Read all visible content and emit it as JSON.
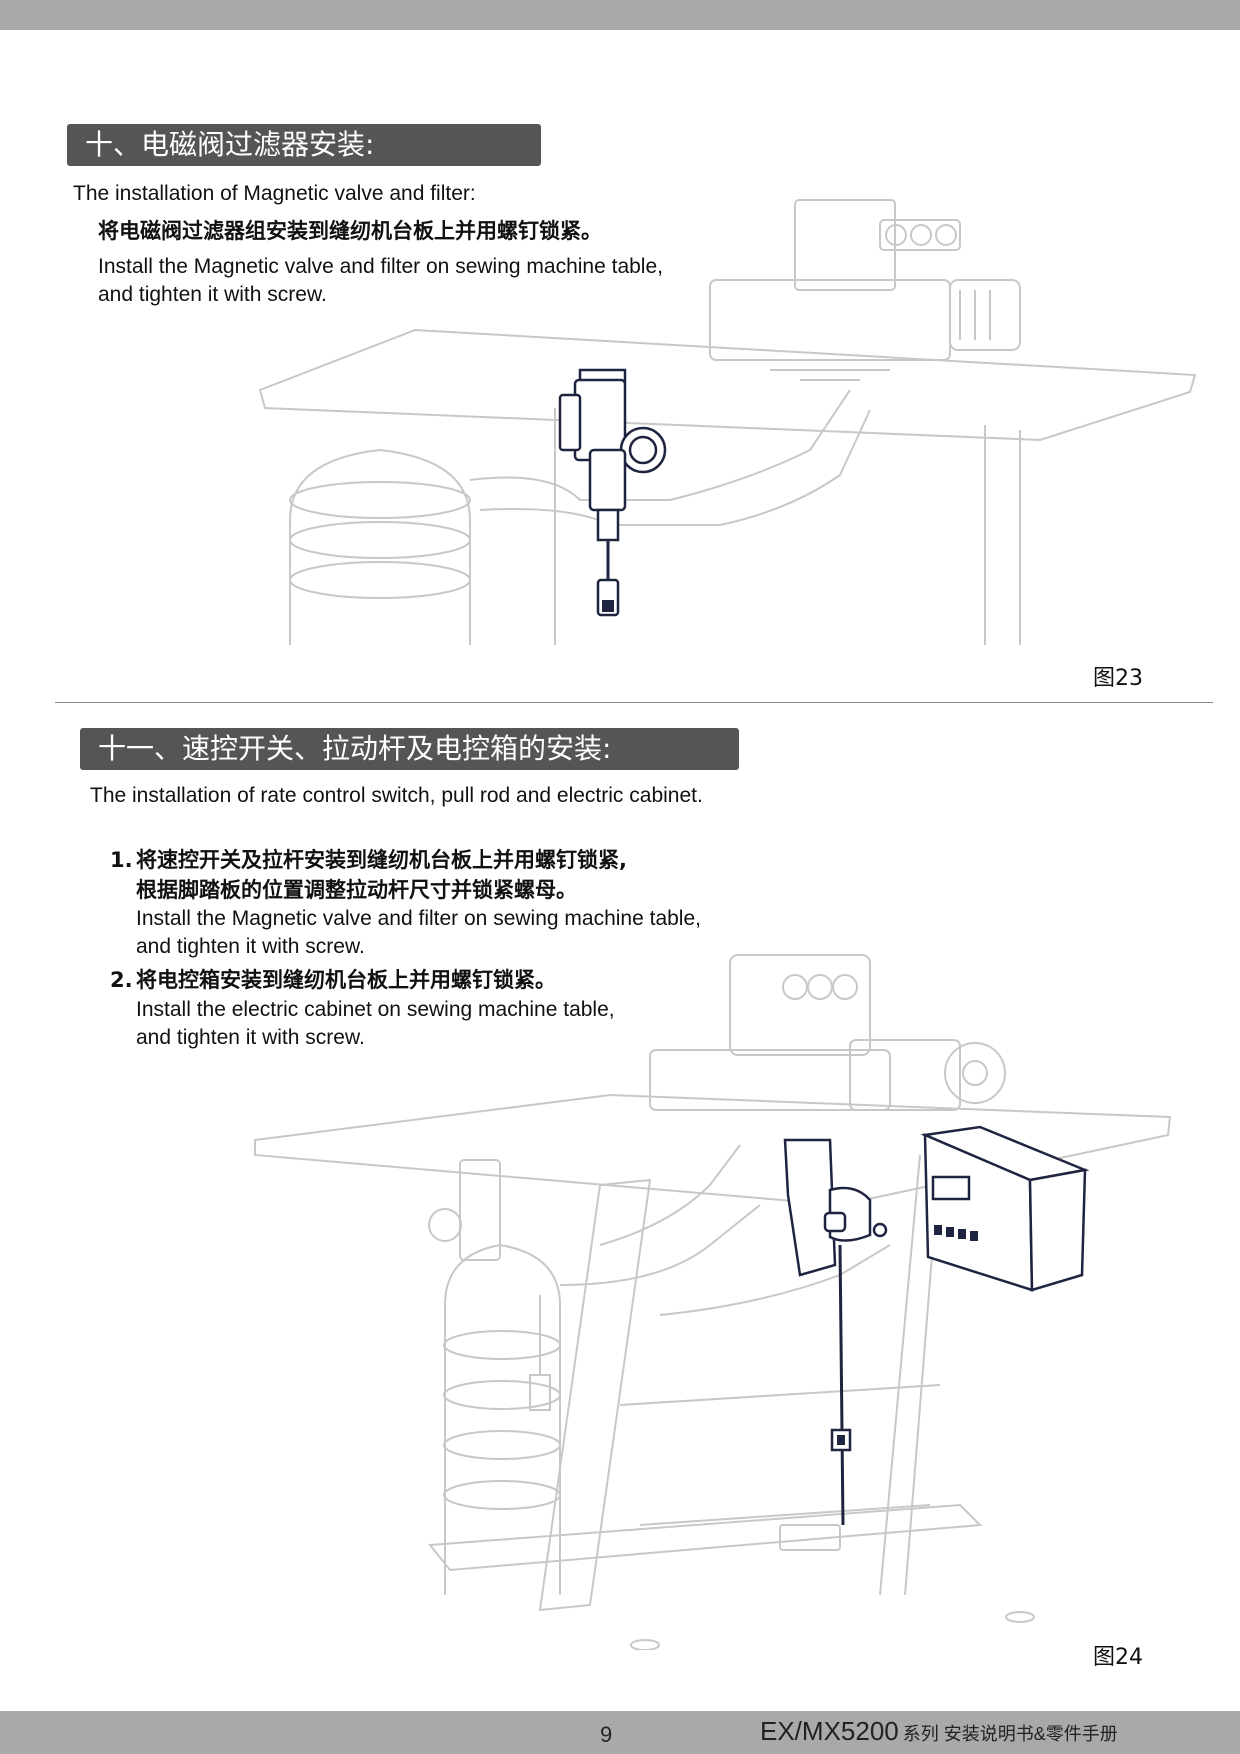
{
  "section10": {
    "heading": "十、电磁阀过滤器安装:",
    "subtitle": "The installation of Magnetic valve and filter:",
    "instruction_cn": "将电磁阀过滤器组安装到缝纫机台板上并用螺钉锁紧。",
    "instruction_en_1": "Install the Magnetic valve and filter on sewing machine table,",
    "instruction_en_2": "and tighten it with screw.",
    "figure_label": "图23"
  },
  "section11": {
    "heading": "十一、速控开关、拉动杆及电控箱的安装:",
    "subtitle": "The installation of rate control switch, pull rod and electric cabinet.",
    "steps": [
      {
        "number": "1.",
        "cn_1": "将速控开关及拉杆安装到缝纫机台板上并用螺钉锁紧,",
        "cn_2": "根据脚踏板的位置调整拉动杆尺寸并锁紧螺母。",
        "en_1": "Install the Magnetic valve and filter on sewing machine table,",
        "en_2": "and tighten it with screw."
      },
      {
        "number": "2.",
        "cn_1": "将电控箱安装到缝纫机台板上并用螺钉锁紧。",
        "en_1": "Install the electric cabinet on sewing machine table,",
        "en_2": "and tighten it with screw."
      }
    ],
    "figure_label": "图24"
  },
  "footer": {
    "page_number": "9",
    "model": "EX/MX5200",
    "title_suffix": "系列 安装说明书&零件手册"
  },
  "colors": {
    "bars": "#a9a9a9",
    "heading_bg": "#555555",
    "line_art_faint": "#c8c8c8",
    "line_art_dark": "#1f2540"
  },
  "icons": [
    "sewing-machine-table-figure",
    "magnetic-valve-filter",
    "speed-control-switch",
    "electric-cabinet"
  ]
}
